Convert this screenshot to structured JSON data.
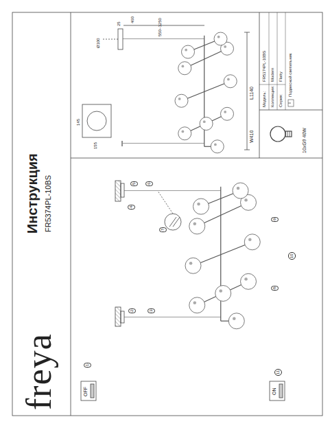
{
  "diagram": {
    "title": "Инструкция",
    "labels": [
      "freya",
      "FR5374PL-10BS",
      "OFF",
      "ON",
      "1",
      "2",
      "3",
      "4",
      "5",
      "6",
      "7",
      "8",
      "9",
      "10",
      "11",
      "Ø100",
      "25",
      "460",
      "550~1250",
      "L1140",
      "W410",
      "155",
      "145",
      "10xG9 40W",
      "Модель:",
      "FR5374PL-10BS",
      "Коллекция:",
      "Modern",
      "Серия:",
      "Flatty",
      "Подвесной светильник"
    ]
  }
}
